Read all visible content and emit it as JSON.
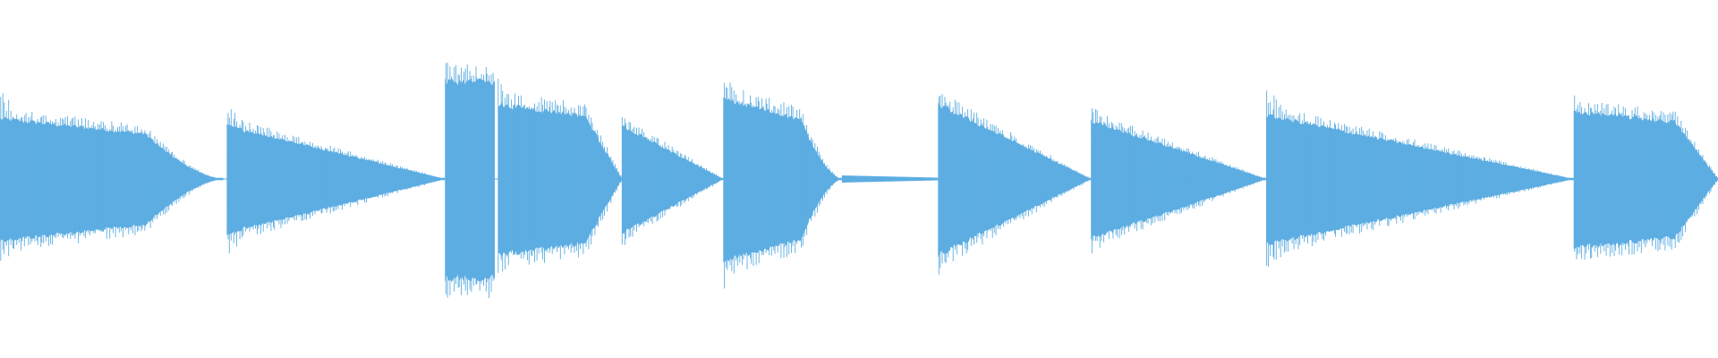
{
  "waveform": {
    "color": "#5dade2",
    "background": "#ffffff",
    "notes": [
      {
        "onset": 0.0,
        "end": 0.13,
        "peak": 0.46,
        "sustain": 0.34,
        "decay_shape": "slow-then-fast",
        "tail": 0.03
      },
      {
        "onset": 0.132,
        "end": 0.259,
        "peak": 0.4,
        "sustain": 0.3,
        "decay_shape": "linear",
        "tail": 0.0
      },
      {
        "onset": 0.259,
        "end": 0.288,
        "peak": 0.6,
        "sustain": 0.55,
        "decay_shape": "hold",
        "tail": 0.25
      },
      {
        "onset": 0.29,
        "end": 0.362,
        "peak": 0.5,
        "sustain": 0.42,
        "decay_shape": "hold-then-drop",
        "tail": 0.3
      },
      {
        "onset": 0.362,
        "end": 0.421,
        "peak": 0.32,
        "sustain": 0.3,
        "decay_shape": "linear",
        "tail": 0.0
      },
      {
        "onset": 0.421,
        "end": 0.49,
        "peak": 0.55,
        "sustain": 0.45,
        "decay_shape": "slow-then-fast",
        "tail": 0.02
      },
      {
        "onset": 0.546,
        "end": 0.635,
        "peak": 0.5,
        "sustain": 0.42,
        "decay_shape": "linear",
        "tail": 0.0
      },
      {
        "onset": 0.635,
        "end": 0.737,
        "peak": 0.38,
        "sustain": 0.33,
        "decay_shape": "linear",
        "tail": 0.0
      },
      {
        "onset": 0.737,
        "end": 0.916,
        "peak": 0.48,
        "sustain": 0.36,
        "decay_shape": "linear",
        "tail": 0.0
      },
      {
        "onset": 0.916,
        "end": 1.0,
        "peak": 0.44,
        "sustain": 0.38,
        "decay_shape": "hold-then-drop",
        "tail": 0.0
      }
    ]
  }
}
